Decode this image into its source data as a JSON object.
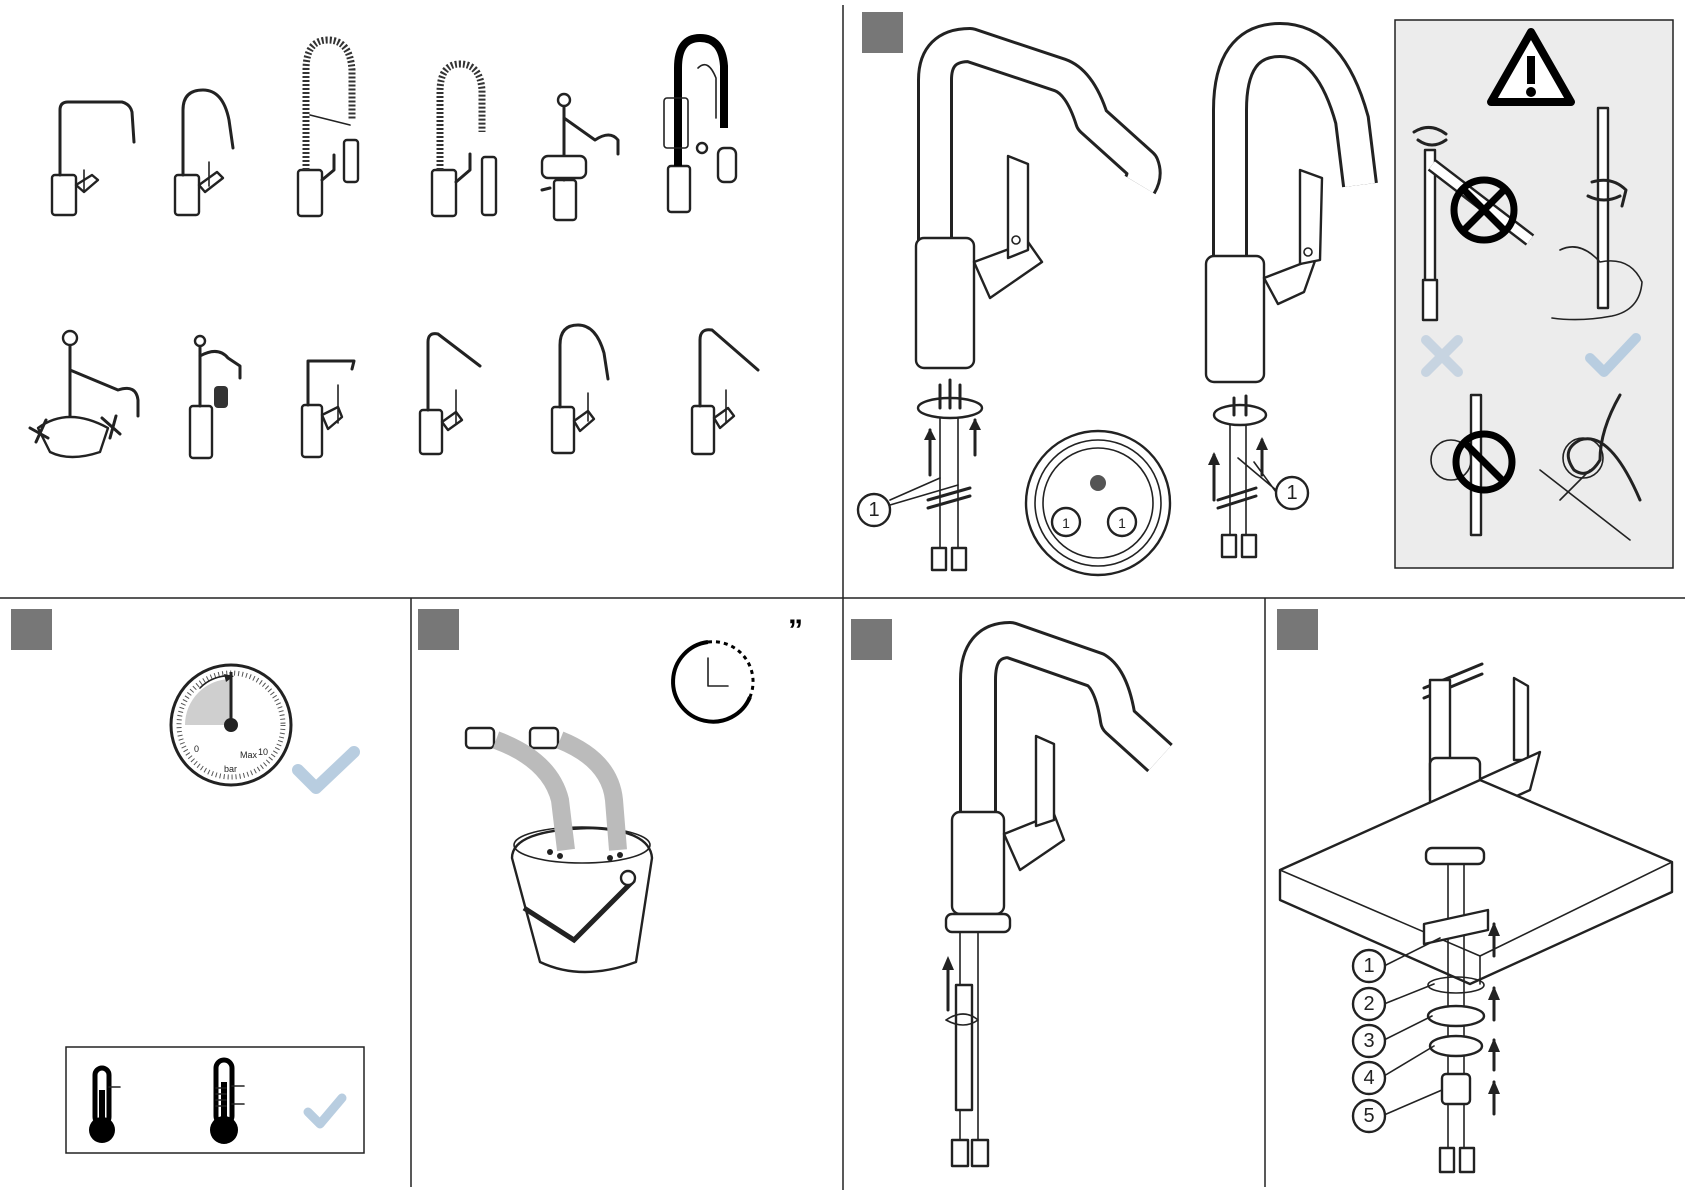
{
  "callout_labels": {
    "one": "1",
    "two": "2",
    "three": "3",
    "four": "4",
    "five": "5"
  },
  "gauge": {
    "min_label": "0",
    "max_label": "Max",
    "max_value": "10",
    "unit": "bar"
  },
  "flush": {
    "seconds_mark": "”"
  },
  "colors": {
    "step_badge": "#777777",
    "warning_panel": "#ececec",
    "line": "#222222",
    "check": "#b8cde0"
  },
  "icons": [
    "warning-icon",
    "cross-icon",
    "check-icon",
    "thermometer-icon",
    "clock-icon",
    "gauge-icon",
    "bucket-icon"
  ]
}
